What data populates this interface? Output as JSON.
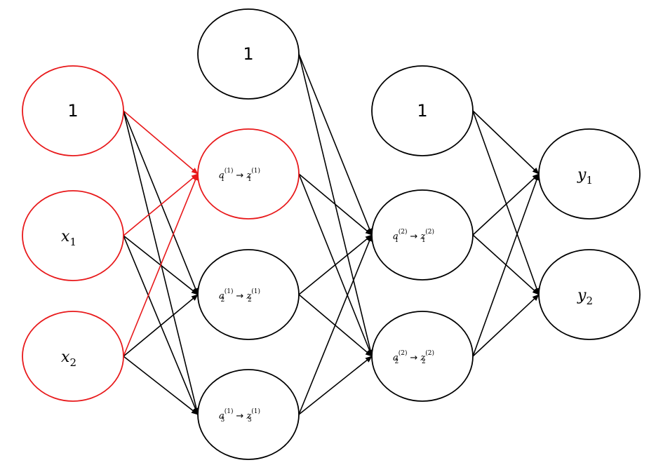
{
  "colors": {
    "highlight": "#e8191b",
    "default": "#000000"
  },
  "layers": {
    "input": {
      "nodes": [
        {
          "id": "in-bias",
          "kind": "one",
          "text": "1",
          "highlight": true
        },
        {
          "id": "in-x1",
          "kind": "var",
          "base": "x",
          "sub": "1",
          "highlight": true
        },
        {
          "id": "in-x2",
          "kind": "var",
          "base": "x",
          "sub": "2",
          "highlight": true
        }
      ]
    },
    "hidden1": {
      "nodes": [
        {
          "id": "h1-bias",
          "kind": "one",
          "text": "1",
          "highlight": false
        },
        {
          "id": "h1-n1",
          "kind": "act",
          "a": "a",
          "z": "z",
          "sub": "1",
          "sup": "(1)",
          "arrow": "→",
          "highlight": true
        },
        {
          "id": "h1-n2",
          "kind": "act",
          "a": "a",
          "z": "z",
          "sub": "2",
          "sup": "(1)",
          "arrow": "→",
          "highlight": false
        },
        {
          "id": "h1-n3",
          "kind": "act",
          "a": "a",
          "z": "z",
          "sub": "3",
          "sup": "(1)",
          "arrow": "→",
          "highlight": false
        }
      ]
    },
    "hidden2": {
      "nodes": [
        {
          "id": "h2-bias",
          "kind": "one",
          "text": "1",
          "highlight": false
        },
        {
          "id": "h2-n1",
          "kind": "act",
          "a": "a",
          "z": "z",
          "sub": "1",
          "sup": "(2)",
          "arrow": "→",
          "highlight": false
        },
        {
          "id": "h2-n2",
          "kind": "act",
          "a": "a",
          "z": "z",
          "sub": "2",
          "sup": "(2)",
          "arrow": "→",
          "highlight": false
        }
      ]
    },
    "output": {
      "nodes": [
        {
          "id": "out-y1",
          "kind": "var",
          "base": "y",
          "sub": "1",
          "highlight": false
        },
        {
          "id": "out-y2",
          "kind": "var",
          "base": "y",
          "sub": "2",
          "highlight": false
        }
      ]
    }
  },
  "edges": [
    {
      "from": "in-bias",
      "to": "h1-n1",
      "highlight": true
    },
    {
      "from": "in-bias",
      "to": "h1-n2",
      "highlight": false
    },
    {
      "from": "in-bias",
      "to": "h1-n3",
      "highlight": false
    },
    {
      "from": "in-x1",
      "to": "h1-n1",
      "highlight": true
    },
    {
      "from": "in-x1",
      "to": "h1-n2",
      "highlight": false
    },
    {
      "from": "in-x1",
      "to": "h1-n3",
      "highlight": false
    },
    {
      "from": "in-x2",
      "to": "h1-n1",
      "highlight": true
    },
    {
      "from": "in-x2",
      "to": "h1-n2",
      "highlight": false
    },
    {
      "from": "in-x2",
      "to": "h1-n3",
      "highlight": false
    },
    {
      "from": "h1-bias",
      "to": "h2-n1",
      "highlight": false
    },
    {
      "from": "h1-bias",
      "to": "h2-n2",
      "highlight": false
    },
    {
      "from": "h1-n1",
      "to": "h2-n1",
      "highlight": false
    },
    {
      "from": "h1-n1",
      "to": "h2-n2",
      "highlight": false
    },
    {
      "from": "h1-n2",
      "to": "h2-n1",
      "highlight": false
    },
    {
      "from": "h1-n2",
      "to": "h2-n2",
      "highlight": false
    },
    {
      "from": "h1-n3",
      "to": "h2-n1",
      "highlight": false
    },
    {
      "from": "h1-n3",
      "to": "h2-n2",
      "highlight": false
    },
    {
      "from": "h2-bias",
      "to": "out-y1",
      "highlight": false
    },
    {
      "from": "h2-bias",
      "to": "out-y2",
      "highlight": false
    },
    {
      "from": "h2-n1",
      "to": "out-y1",
      "highlight": false
    },
    {
      "from": "h2-n1",
      "to": "out-y2",
      "highlight": false
    },
    {
      "from": "h2-n2",
      "to": "out-y1",
      "highlight": false
    },
    {
      "from": "h2-n2",
      "to": "out-y2",
      "highlight": false
    }
  ]
}
